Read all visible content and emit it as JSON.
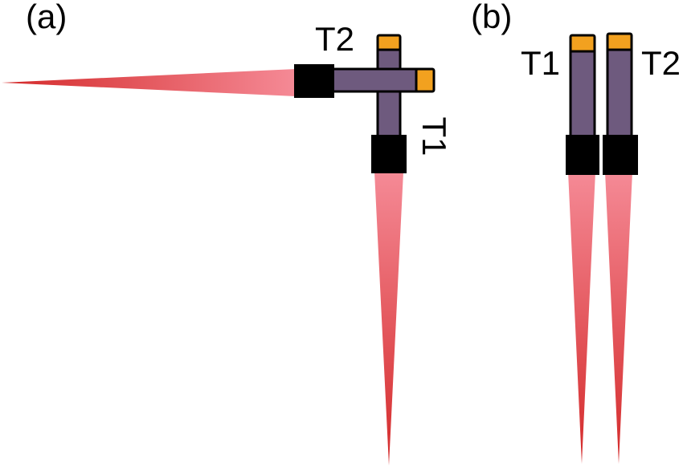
{
  "panels": {
    "a": {
      "label": "(a)",
      "t1_label": "T1",
      "t2_label": "T2"
    },
    "b": {
      "label": "(b)",
      "t1_label": "T1",
      "t2_label": "T2"
    }
  },
  "colors": {
    "tube_body": "#6e5a7e",
    "tip": "#f2a11f",
    "base": "#000000",
    "outline": "#000000",
    "beam_near": "#f58a96",
    "beam_far": "#d42a2a"
  },
  "icons": {
    "tube": "lamp-tube-icon",
    "beam": "light-beam-icon"
  }
}
